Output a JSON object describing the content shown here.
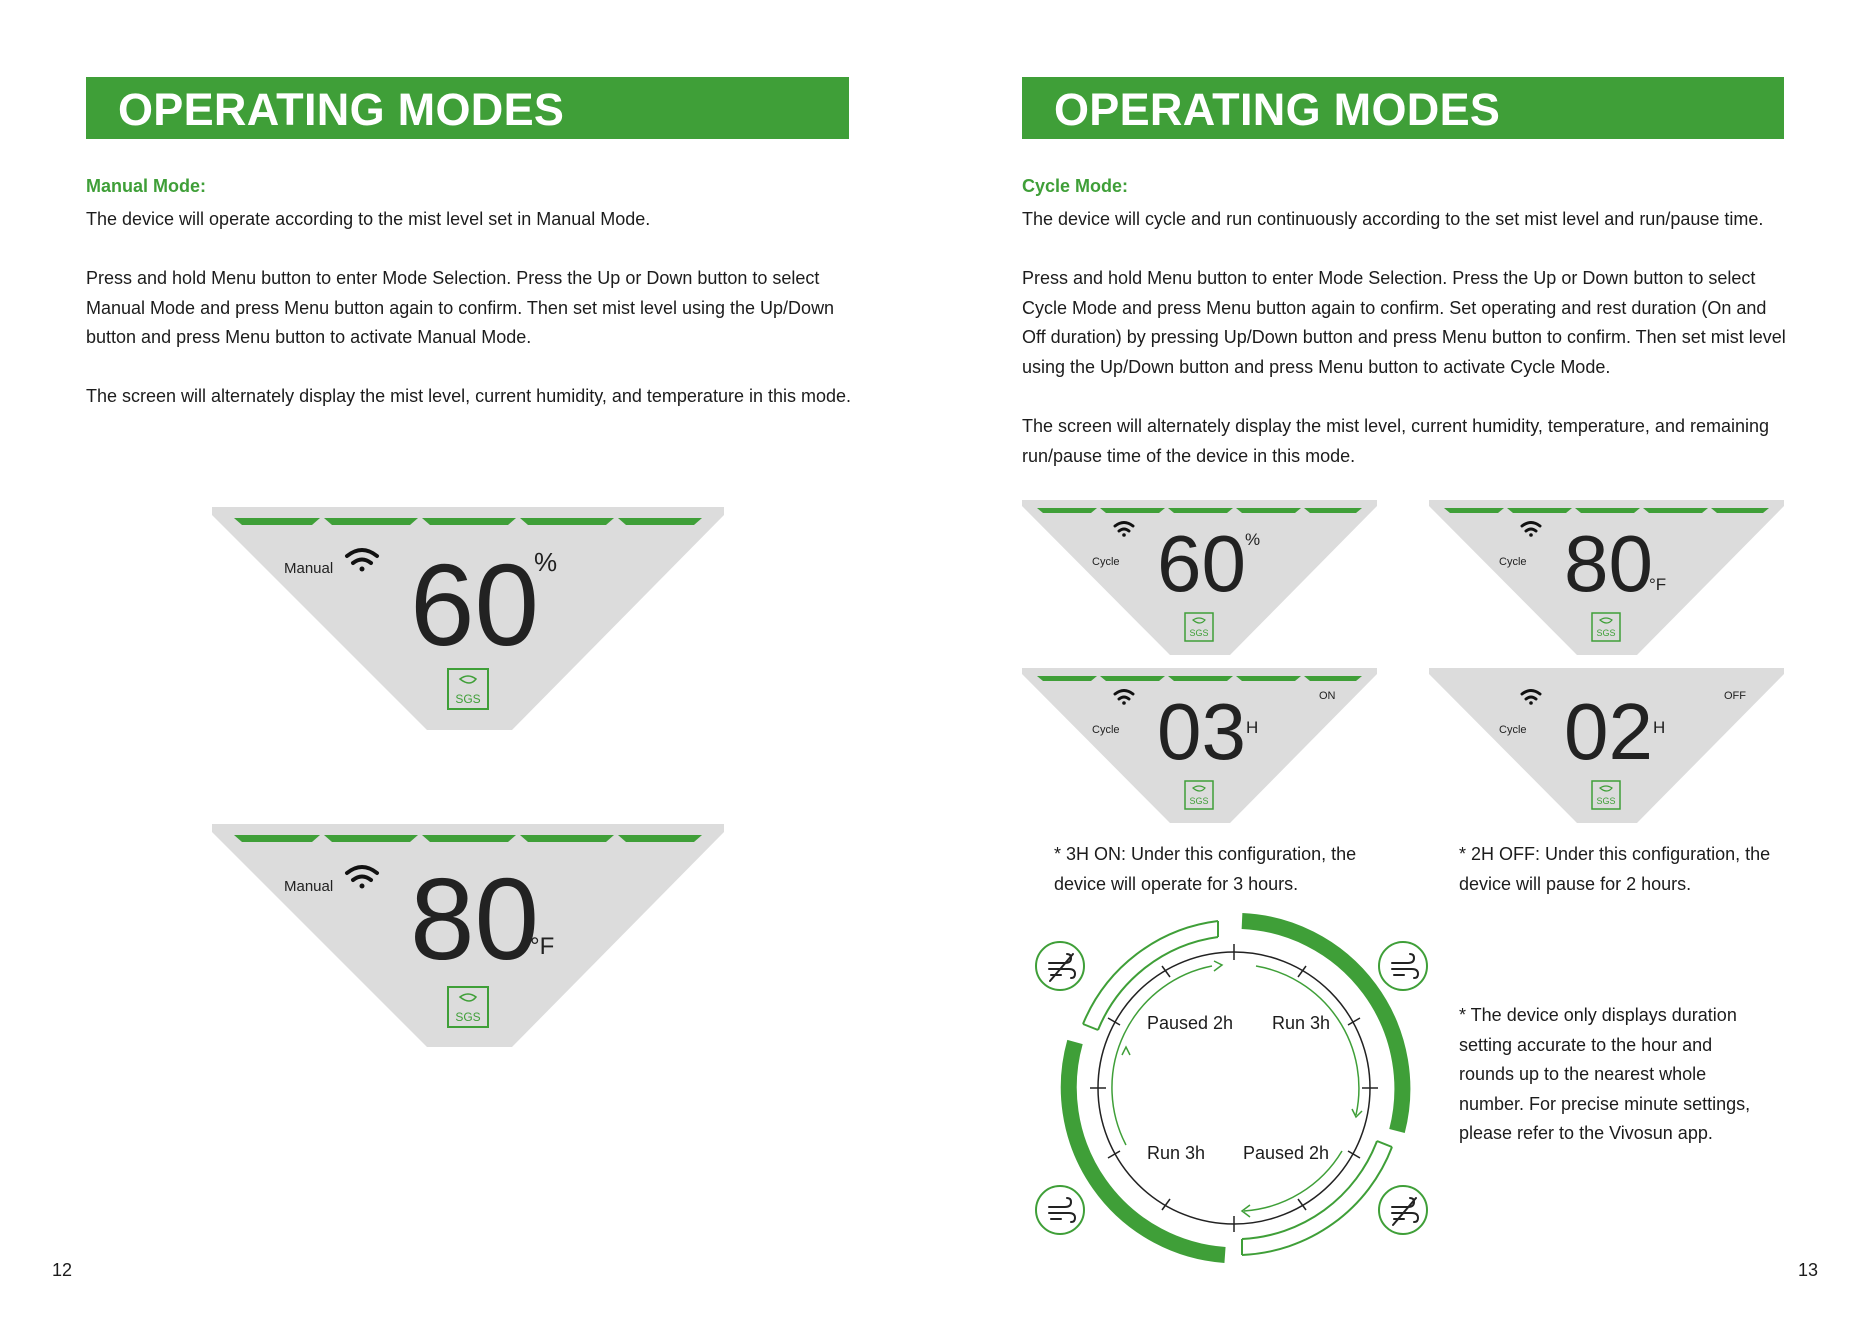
{
  "left_page": {
    "banner": "OPERATING MODES",
    "subhead": "Manual Mode:",
    "para1": "The device will operate according to the mist level set in Manual Mode.",
    "para2": "Press and hold Menu button to enter Mode Selection. Press the Up or Down button to select Manual Mode and press Menu button again to confirm. Then set mist level using the Up/Down button and press Menu button to activate Manual Mode.",
    "para3": "The screen will alternately display the mist level, current humidity, and temperature in this mode.",
    "page_number": "12",
    "display1": {
      "mode": "Manual",
      "value": "60",
      "unit": "%",
      "badge": "SGS"
    },
    "display2": {
      "mode": "Manual",
      "value": "80",
      "unit": "°F",
      "badge": "SGS"
    }
  },
  "right_page": {
    "banner": "OPERATING MODES",
    "subhead": "Cycle Mode:",
    "para1": "The device will cycle and run continuously according to the set mist level and run/pause time.",
    "para2": "Press and hold Menu button to enter Mode Selection. Press the Up or Down button to select Cycle Mode and press Menu button again to confirm. Set operating and rest duration (On and Off duration) by pressing Up/Down button and press Menu button to confirm. Then set mist level using the Up/Down button and press Menu button to activate Cycle Mode.",
    "para3": "The screen will alternately display the mist level, current humidity, temperature, and remaining run/pause time of the device in this mode.",
    "page_number": "13",
    "displays": [
      {
        "mode": "Cycle",
        "value": "60",
        "unit": "%",
        "status": "",
        "badge": "SGS"
      },
      {
        "mode": "Cycle",
        "value": "80",
        "unit": "°F",
        "status": "",
        "badge": "SGS"
      },
      {
        "mode": "Cycle",
        "value": "03",
        "unit": "H",
        "status": "ON",
        "badge": "SGS"
      },
      {
        "mode": "Cycle",
        "value": "02",
        "unit": "H",
        "status": "OFF",
        "badge": "SGS"
      }
    ],
    "note_on": "* 3H ON: Under this configuration, the device will operate for 3 hours.",
    "note_off": "* 2H OFF: Under this configuration, the device will pause for 2 hours.",
    "note_rounding": "* The device only displays duration setting accurate to the hour and rounds up to the nearest whole number. For precise minute settings, please refer to the Vivosun app.",
    "cycle_diagram": {
      "labels": [
        "Paused 2h",
        "Run 3h",
        "Run 3h",
        "Paused 2h"
      ],
      "icons": [
        "mist-off-icon",
        "mist-on-icon",
        "mist-on-icon",
        "mist-off-icon"
      ]
    }
  },
  "colors": {
    "accent": "#3f9f38",
    "panel": "#dcdcdc",
    "digits": "#1e1e1e"
  }
}
